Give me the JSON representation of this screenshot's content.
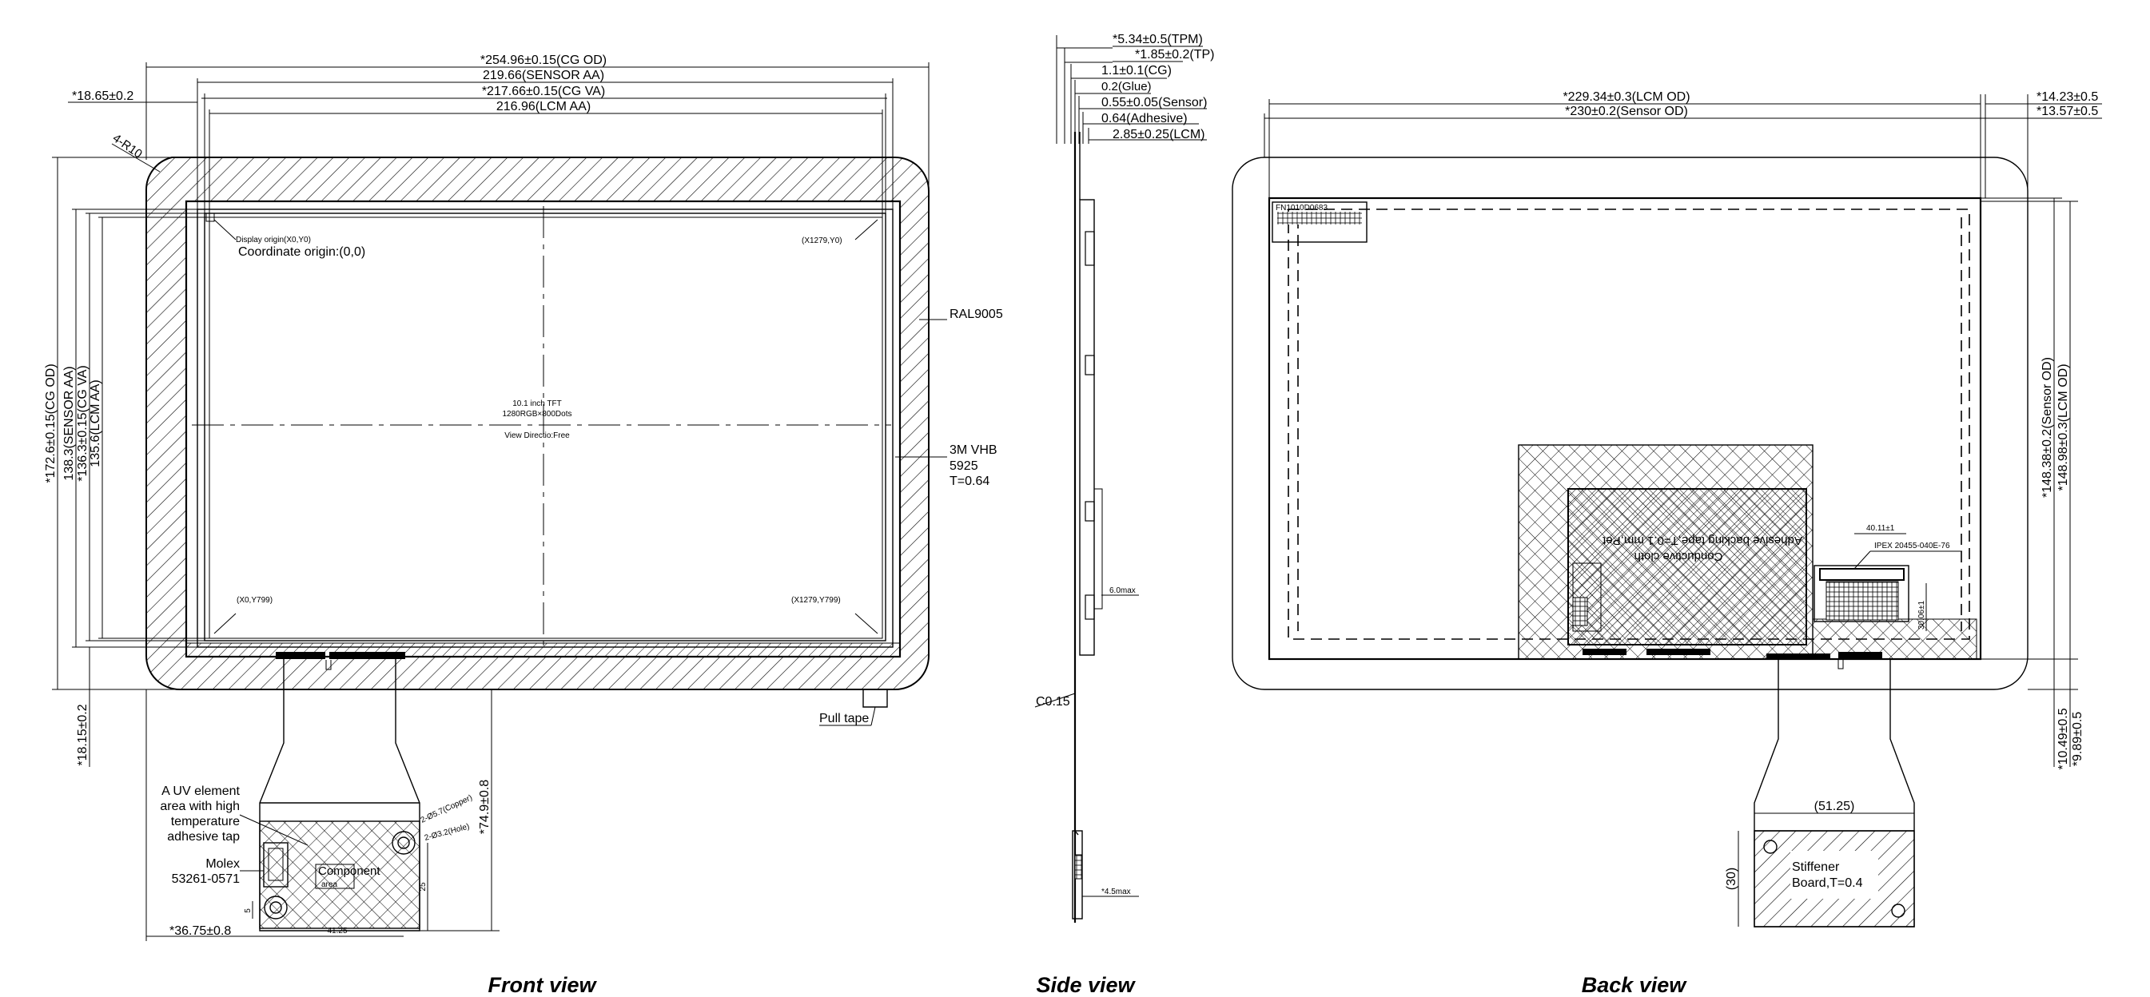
{
  "titles": {
    "front": "Front view",
    "side": "Side view",
    "back": "Back view"
  },
  "front": {
    "dims": {
      "cg_od_w": "*254.96±0.15(CG OD)",
      "sensor_aa_w": "219.66(SENSOR AA)",
      "cg_va_w": "*217.66±0.15(CG VA)",
      "lcm_aa_w": "216.96(LCM AA)",
      "left_offset": "*18.65±0.2",
      "corner_radius": "4-R10",
      "cg_od_h": "*172.6±0.15(CG OD)",
      "sensor_aa_h": "138.3(SENSOR AA)",
      "cg_va_h": "*136.3±0.15(CG VA)",
      "lcm_aa_h": "135.6(LCM AA)",
      "bottom_offset": "*18.15±0.2",
      "fpc_length": "*74.9±0.8",
      "fpc_x": "*36.75±0.8",
      "conn_w": "41.25",
      "conn_h": "25",
      "conn_small": "5"
    },
    "labels": {
      "display_origin": "Display origin(X0,Y0)",
      "coordinate_origin": "Coordinate origin:(0,0)",
      "top_right": "(X1279,Y0)",
      "bottom_left": "(X0,Y799)",
      "bottom_right": "(X1279,Y799)",
      "panel_line1": "10.1 inch TFT",
      "panel_line2": "1280RGB×800Dots",
      "panel_line3": "View Directio:Free",
      "bezel_color": "RAL9005",
      "tape_line1": "3M VHB",
      "tape_line2": "5925",
      "tape_line3": "T=0.64",
      "pull_tape": "Pull tape",
      "uv_line1": "A UV element",
      "uv_line2": "area with high",
      "uv_line3": "temperature",
      "uv_line4": "adhesive tap",
      "molex_line1": "Molex",
      "molex_line2": "53261-0571",
      "component_line1": "Component",
      "component_line2": "area",
      "copper": "2-Ø5.7(Copper)",
      "hole": "2-Ø3.2(Hole)"
    }
  },
  "side": {
    "stack": [
      "*5.34±0.5(TPM)",
      "*1.85±0.2(TP)",
      "1.1±0.1(CG)",
      "0.2(Glue)",
      "0.55±0.05(Sensor)",
      "0.64(Adhesive)",
      "2.85±0.25(LCM)"
    ],
    "max_6": "6.0max",
    "chamfer": "C0.15",
    "max_4_5": "*4.5max"
  },
  "back": {
    "dims": {
      "lcm_od_w": "*229.34±0.3(LCM OD)",
      "sensor_od_w": "*230±0.2(Sensor OD)",
      "right1": "*14.23±0.5",
      "right2": "*13.57±0.5",
      "sensor_od_h": "*148.38±0.2(Sensor OD)",
      "lcm_od_h": "*148.98±0.3(LCM OD)",
      "bottom1": "*10.49±0.5",
      "bottom2": "*9.89±0.5",
      "conn_pitch": "40.11±1",
      "conn_part": "IPEX 20455-040E-76",
      "conn_v": "30.06±1",
      "stiff_w": "(51.25)",
      "stiff_h": "(30)",
      "stiff_line1": "Stiffener",
      "stiff_line2": "Board,T=0.4"
    },
    "labels": {
      "rotated_line1": "Adhesive backing tape,T=0.1 mm,Pet",
      "rotated_line2": "Conductive cloth",
      "barcode_text": "FN1010D0683"
    }
  }
}
